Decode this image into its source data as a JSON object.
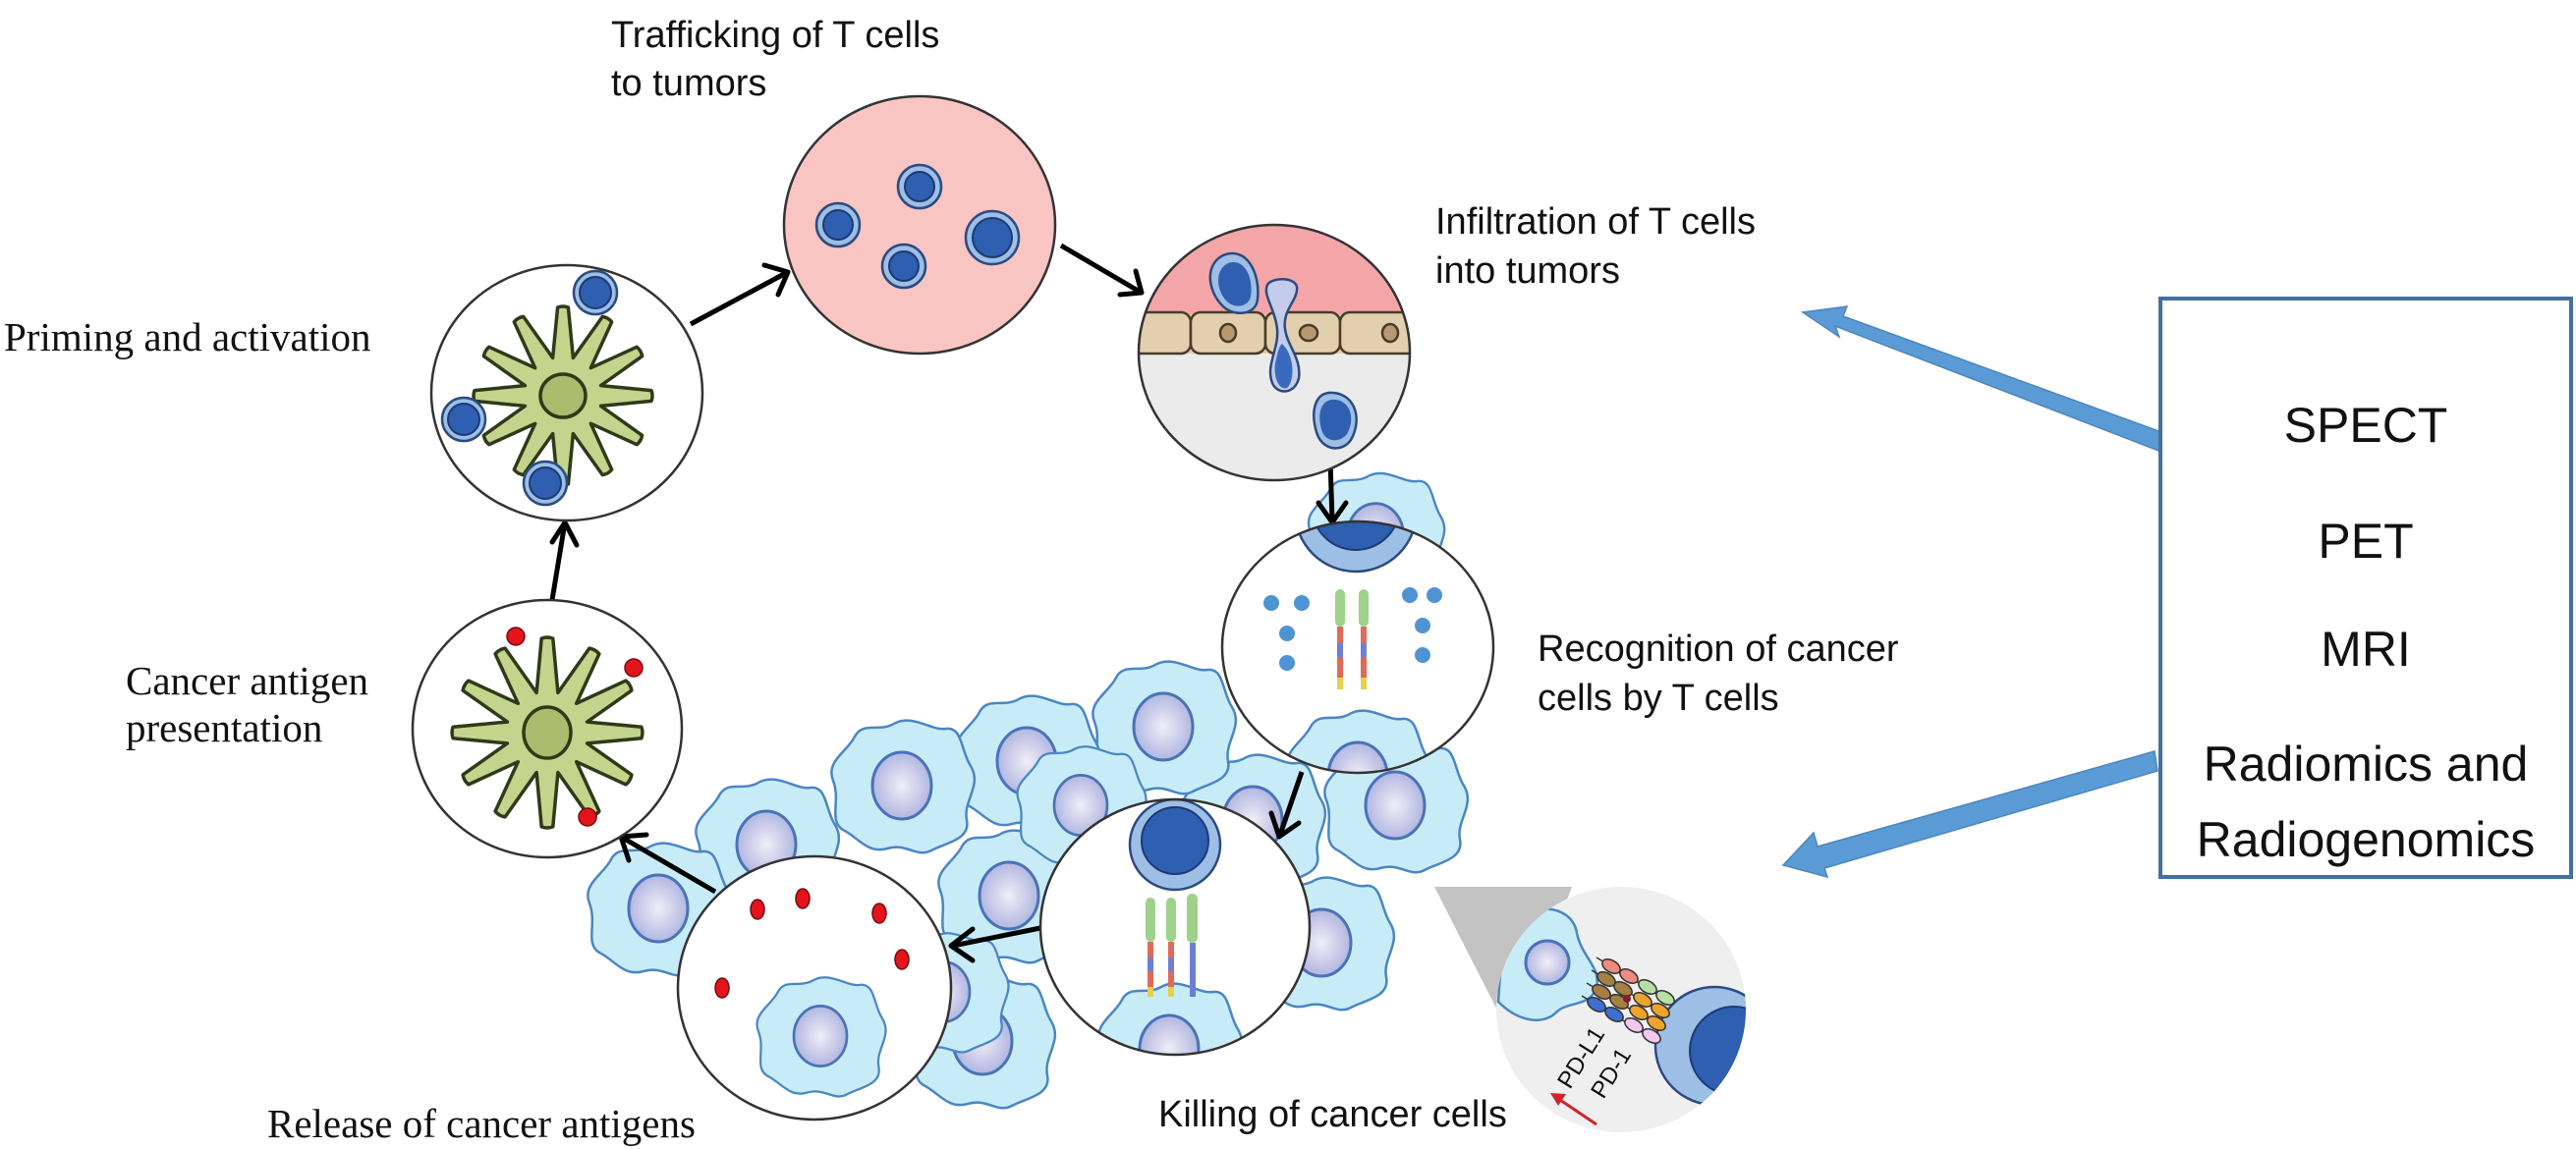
{
  "title": "Cancer-immunity cycle with imaging modalities",
  "steps": [
    {
      "id": "priming",
      "label_lines": [
        "Priming and activation"
      ]
    },
    {
      "id": "trafficking",
      "label_lines": [
        "Trafficking of T cells",
        "to tumors"
      ]
    },
    {
      "id": "infiltration",
      "label_lines": [
        "Infiltration of T cells",
        "into tumors"
      ]
    },
    {
      "id": "recognition",
      "label_lines": [
        "Recognition of cancer",
        "cells by T cells"
      ]
    },
    {
      "id": "killing",
      "label_lines": [
        "Killing of cancer cells"
      ]
    },
    {
      "id": "release",
      "label_lines": [
        "Release of cancer antigens"
      ]
    },
    {
      "id": "presentation",
      "label_lines": [
        "Cancer antigen",
        "presentation"
      ]
    }
  ],
  "inset": {
    "labels": [
      "PD-L1",
      "PD-1"
    ]
  },
  "modalities_box": {
    "items": [
      "SPECT",
      "PET",
      "MRI",
      "Radiomics and",
      "Radiogenomics"
    ]
  },
  "colors": {
    "arrow_blue": "#5b9bd5",
    "box_border": "#41719c",
    "tcell_blue": "#2e5fb0",
    "dendritic_green": "#c3d48d",
    "antigen_red": "#e3141b",
    "cancer_cell_cyan": "#c8ecf7",
    "tumor_pink": "#f8c5c3"
  }
}
